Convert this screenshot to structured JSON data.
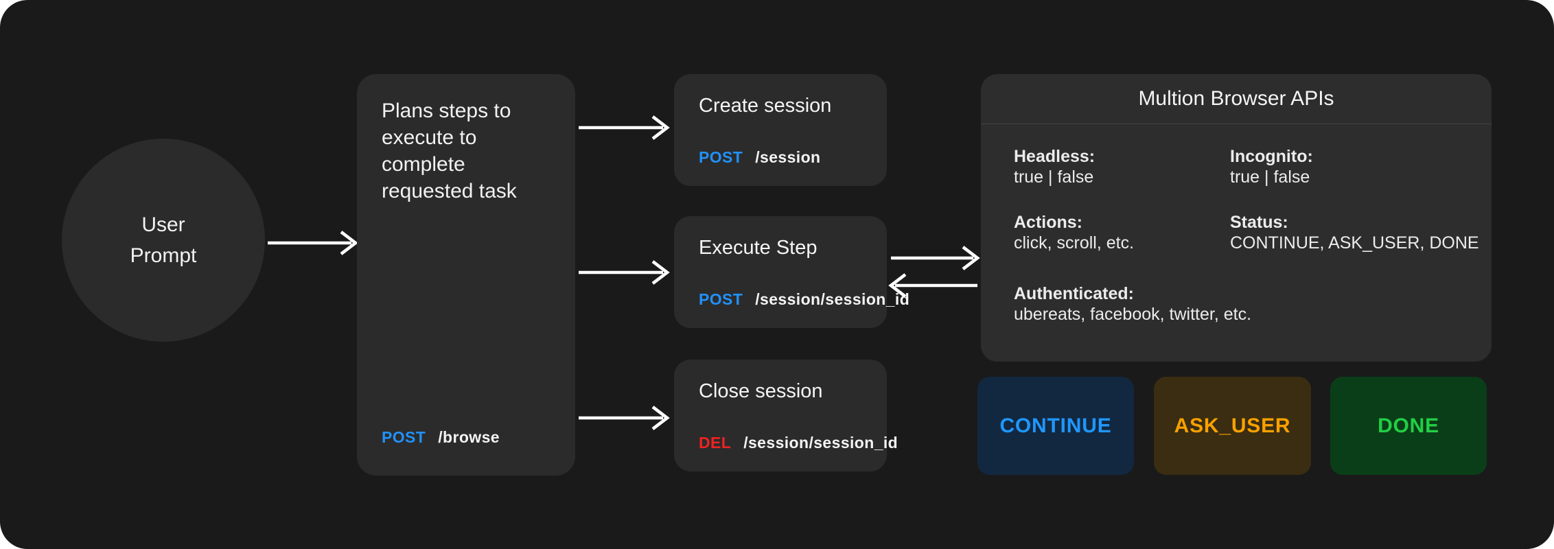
{
  "colors": {
    "page_bg": "#ffffff",
    "canvas_bg": "#1a1a1a",
    "node_bg": "#2b2b2b",
    "panel_bg": "#2d2d2d",
    "divider": "#454545",
    "text_primary": "#f2f2f2",
    "arrow": "#ffffff",
    "method_post_blue": "#2191fb",
    "method_del_red": "#ee2222"
  },
  "nodes": {
    "user_prompt": {
      "label": "User Prompt"
    },
    "planner": {
      "title": "Plans steps to execute to complete requested task",
      "method": "POST",
      "path": "/browse"
    },
    "create_session": {
      "title": "Create session",
      "method": "POST",
      "path": "/session"
    },
    "execute_step": {
      "title": "Execute Step",
      "method": "POST",
      "path": "/session/session_id"
    },
    "close_session": {
      "title": "Close session",
      "method": "DEL",
      "path": "/session/session_id"
    }
  },
  "panel": {
    "title": "Multion Browser APIs",
    "fields": [
      {
        "label": "Headless:",
        "value": "true | false"
      },
      {
        "label": "Incognito:",
        "value": "true | false"
      },
      {
        "label": "Actions:",
        "value": "click, scroll, etc."
      },
      {
        "label": "Status:",
        "value": "CONTINUE, ASK_USER, DONE"
      },
      {
        "label": "Authenticated:",
        "value": "ubereats, facebook, twitter, etc."
      }
    ]
  },
  "status_buttons": [
    {
      "label": "CONTINUE",
      "bg": "#122840",
      "color": "#1f97ff"
    },
    {
      "label": "ASK_USER",
      "bg": "#3a2d11",
      "color": "#f9a100"
    },
    {
      "label": "DONE",
      "bg": "#0a3e18",
      "color": "#22cf45"
    }
  ]
}
